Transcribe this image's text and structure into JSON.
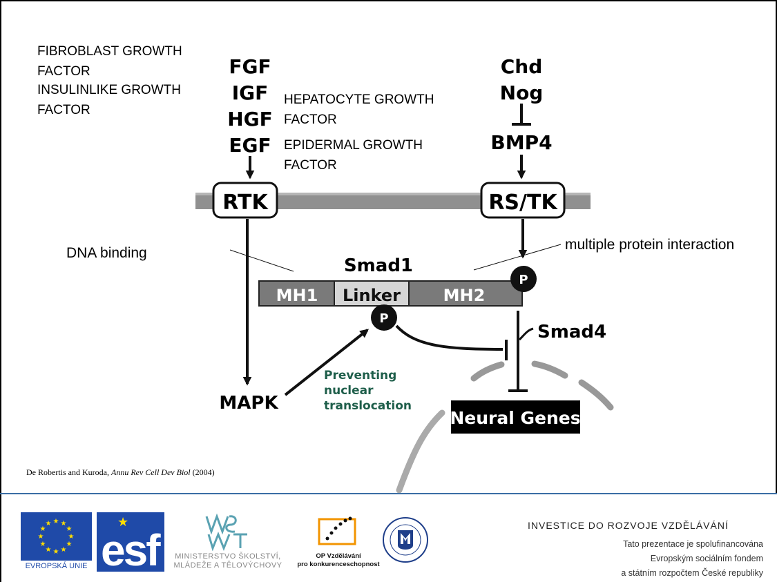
{
  "left_captions": {
    "fibroblast": [
      "FIBROBLAST GROWTH",
      "FACTOR"
    ],
    "insulin": [
      "INSULINLIKE GROWTH",
      "FACTOR"
    ]
  },
  "mid_captions": {
    "hepatocyte": [
      "HEPATOCYTE GROWTH",
      "FACTOR"
    ],
    "epidermal": [
      "EPIDERMAL GROWTH",
      "FACTOR"
    ]
  },
  "diagram": {
    "ligands": [
      "FGF",
      "IGF",
      "HGF",
      "EGF"
    ],
    "antagonists": [
      "Chd",
      "Nog"
    ],
    "bmp": "BMP4",
    "rtk": "RTK",
    "rstk": "RS/TK",
    "smad1": "Smad1",
    "domains": [
      "MH1",
      "Linker",
      "MH2"
    ],
    "phospho": "P",
    "smad4": "Smad4",
    "mapk": "MAPK",
    "note": [
      "Preventing",
      "nuclear",
      "translocation"
    ],
    "neural": "Neural Genes",
    "dna_binding": "DNA binding",
    "multiple": "multiple protein interaction"
  },
  "citation": {
    "authors": "De Robertis and Kuroda,",
    "journal": "Annu Rev Cell Dev Biol",
    "year": "(2004)"
  },
  "footer": {
    "eu_label": "EVROPSKÁ UNIE",
    "esf_label": "esf",
    "msmt_lines": [
      "MINISTERSTVO ŠKOLSTVÍ,",
      "MLÁDEŽE A TĚLOVÝCHOVY"
    ],
    "op_lines": [
      "OP Vzdělávání",
      "pro konkurenceschopnost"
    ],
    "investice": "INVESTICE DO ROZVOJE VZDĚLÁVÁNÍ",
    "funding": [
      "Tato prezentace je spolufinancována",
      "Evropským sociálním fondem",
      "a státním rozpočtem České republiky"
    ]
  },
  "colors": {
    "accent_green": "#1e5e4a",
    "eu_blue": "#1f4aa8",
    "eu_star": "#ffde00",
    "footer_line": "#3a6ea5",
    "op_orange": "#f29400"
  }
}
